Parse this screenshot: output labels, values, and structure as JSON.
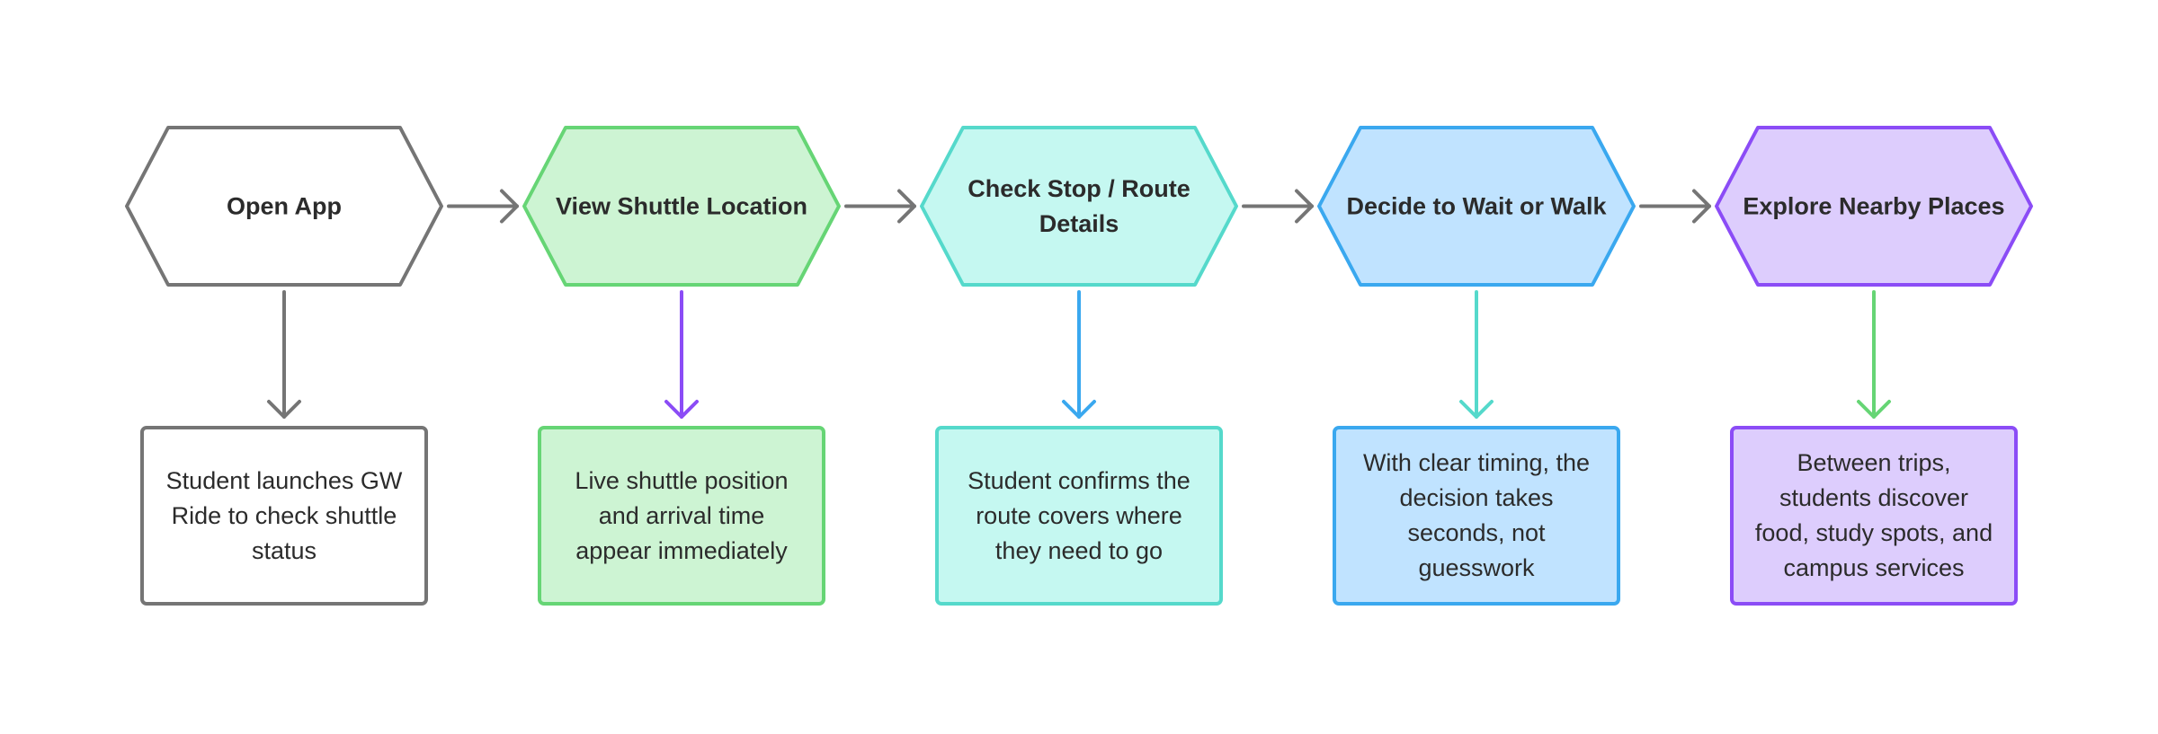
{
  "steps": [
    {
      "label_lines": [
        "Open App"
      ],
      "description": "Student launches GW Ride to check shuttle status",
      "fill": "#ffffff",
      "stroke": "#757575",
      "down_arrow_color": "#757575"
    },
    {
      "label_lines": [
        "View Shuttle Location"
      ],
      "description": "Live shuttle position and arrival time appear immediately",
      "fill": "#cdf4d3",
      "stroke": "#66d575",
      "down_arrow_color": "#8b4cf6"
    },
    {
      "label_lines": [
        "Check Stop / Route",
        "Details"
      ],
      "description": "Student confirms the route covers where they need to go",
      "fill": "#c5f8f1",
      "stroke": "#55d9cb",
      "down_arrow_color": "#3aa8ef"
    },
    {
      "label_lines": [
        "Decide to Wait or Walk"
      ],
      "description": "With clear timing, the decision takes seconds, not guesswork",
      "fill": "#c0e3ff",
      "stroke": "#3aa8ef",
      "down_arrow_color": "#55d9cb"
    },
    {
      "label_lines": [
        "Explore Nearby Places"
      ],
      "description": "Between trips, students discover food, study spots, and campus services",
      "fill": "#ddcdfd",
      "stroke": "#8b4cf6",
      "down_arrow_color": "#66d575"
    }
  ],
  "connector_color": "#757575"
}
